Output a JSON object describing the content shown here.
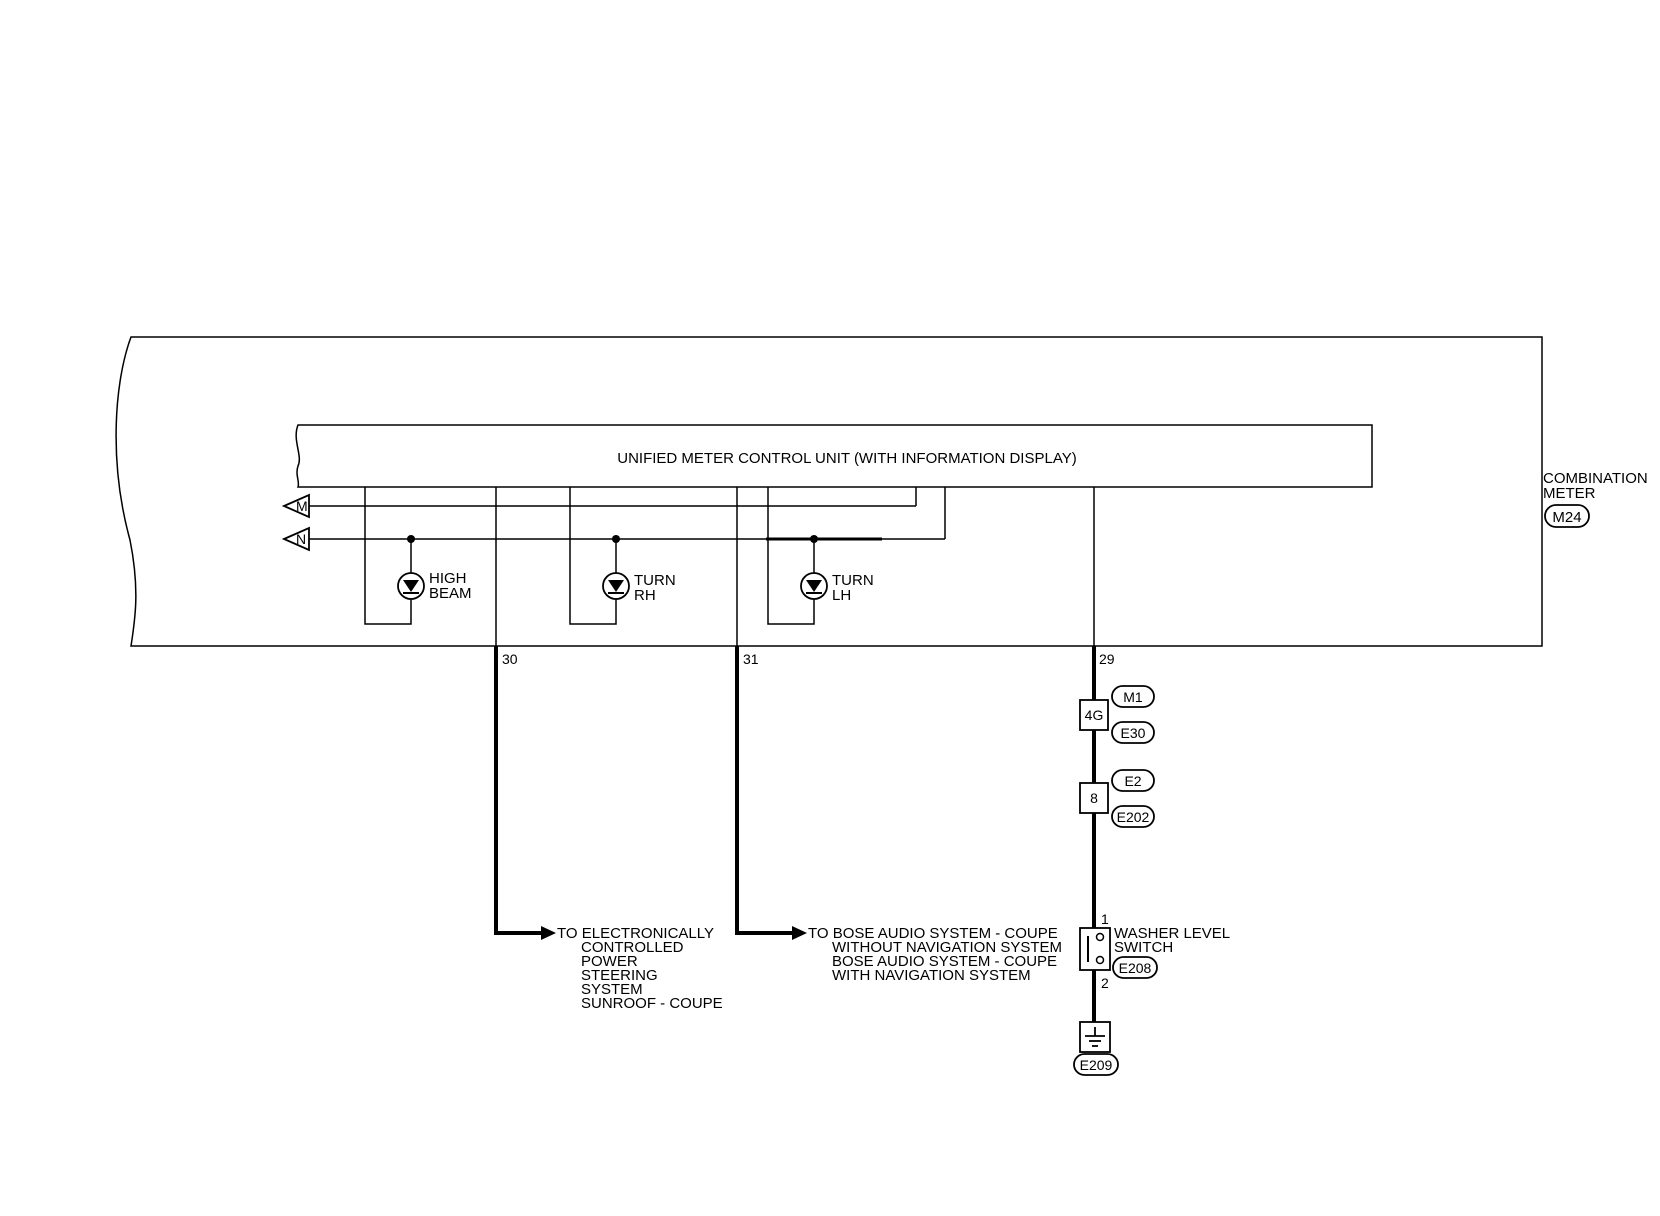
{
  "combination_meter": {
    "label_line1": "COMBINATION",
    "label_line2": "METER",
    "connector": "M24"
  },
  "control_unit": {
    "title": "UNIFIED METER CONTROL UNIT (WITH INFORMATION DISPLAY)"
  },
  "flags": {
    "m": "M",
    "n": "N"
  },
  "lamps": [
    {
      "line1": "HIGH",
      "line2": "BEAM"
    },
    {
      "line1": "TURN",
      "line2": "RH"
    },
    {
      "line1": "TURN",
      "line2": "LH"
    }
  ],
  "pins": {
    "p30": "30",
    "p31": "31",
    "p29": "29"
  },
  "destinations": {
    "eps": [
      "TO ELECTRONICALLY",
      "CONTROLLED",
      "POWER",
      "STEERING",
      "SYSTEM",
      "SUNROOF - COUPE"
    ],
    "bose": [
      "TO BOSE AUDIO SYSTEM - COUPE",
      "WITHOUT NAVIGATION SYSTEM",
      "BOSE AUDIO SYSTEM - COUPE",
      "WITH NAVIGATION SYSTEM"
    ]
  },
  "junctions": [
    {
      "terminal": "4G",
      "connector_top": "M1",
      "connector_bottom": "E30"
    },
    {
      "terminal": "8",
      "connector_top": "E2",
      "connector_bottom": "E202"
    }
  ],
  "washer_switch": {
    "pin_top": "1",
    "pin_bottom": "2",
    "label_line1": "WASHER LEVEL",
    "label_line2": "SWITCH",
    "connector": "E208"
  },
  "ground": {
    "connector": "E209"
  }
}
